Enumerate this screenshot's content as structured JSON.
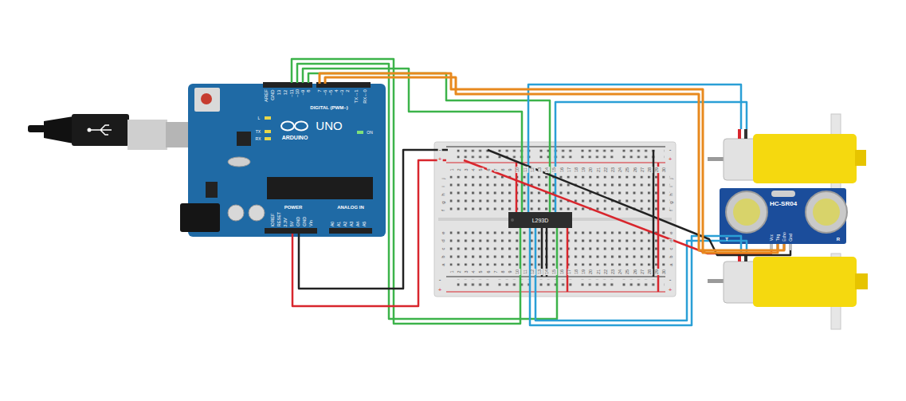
{
  "diagram": {
    "nodes": [
      {
        "text": [
          "UNO",
          "ARDUINO"
        ]
      },
      {
        "text": [
          "L293D"
        ]
      },
      {
        "text": [
          "HC-SR04"
        ]
      }
    ],
    "edges": [
      {
        "from": 0,
        "to": 2,
        "arrow": "none"
      },
      {
        "from": 0,
        "to": 2,
        "arrow": "none"
      }
    ],
    "labels": [
      "AREF",
      "GND",
      "13",
      "12",
      "~11",
      "~10",
      "~9",
      "8",
      "7",
      "~6",
      "~5",
      "4",
      "~3",
      "2",
      "TX→1",
      "RX←0",
      "DIGITAL (PWM~)",
      "L",
      "TX",
      "RX",
      "ON",
      "POWER",
      "ANALOG IN",
      "IOREF",
      "RESET",
      "3.3V",
      "5V",
      "GND",
      "GND",
      "Vin",
      "A0",
      "A1",
      "A2",
      "A3",
      "A4",
      "A5",
      "1",
      "2",
      "3",
      "4",
      "5",
      "6",
      "7",
      "8",
      "9",
      "10",
      "11",
      "12",
      "13",
      "14",
      "15",
      "16",
      "17",
      "18",
      "19",
      "20",
      "21",
      "22",
      "23",
      "24",
      "25",
      "26",
      "27",
      "28",
      "29",
      "30",
      "1",
      "2",
      "3",
      "4",
      "5",
      "6",
      "7",
      "8",
      "9",
      "10",
      "11",
      "12",
      "13",
      "14",
      "15",
      "16",
      "17",
      "18",
      "19",
      "20",
      "21",
      "22",
      "23",
      "24",
      "25",
      "26",
      "27",
      "28",
      "29",
      "30",
      "j",
      "i",
      "h",
      "g",
      "f",
      "e",
      "d",
      "c",
      "b",
      "a",
      "j",
      "i",
      "h",
      "g",
      "f",
      "e",
      "d",
      "c",
      "b",
      "a",
      "-",
      "+",
      "-",
      "+",
      "-",
      "+",
      "-",
      "+",
      "Vcc",
      "Trig",
      "Echo",
      "Gnd",
      "T",
      "R"
    ]
  }
}
